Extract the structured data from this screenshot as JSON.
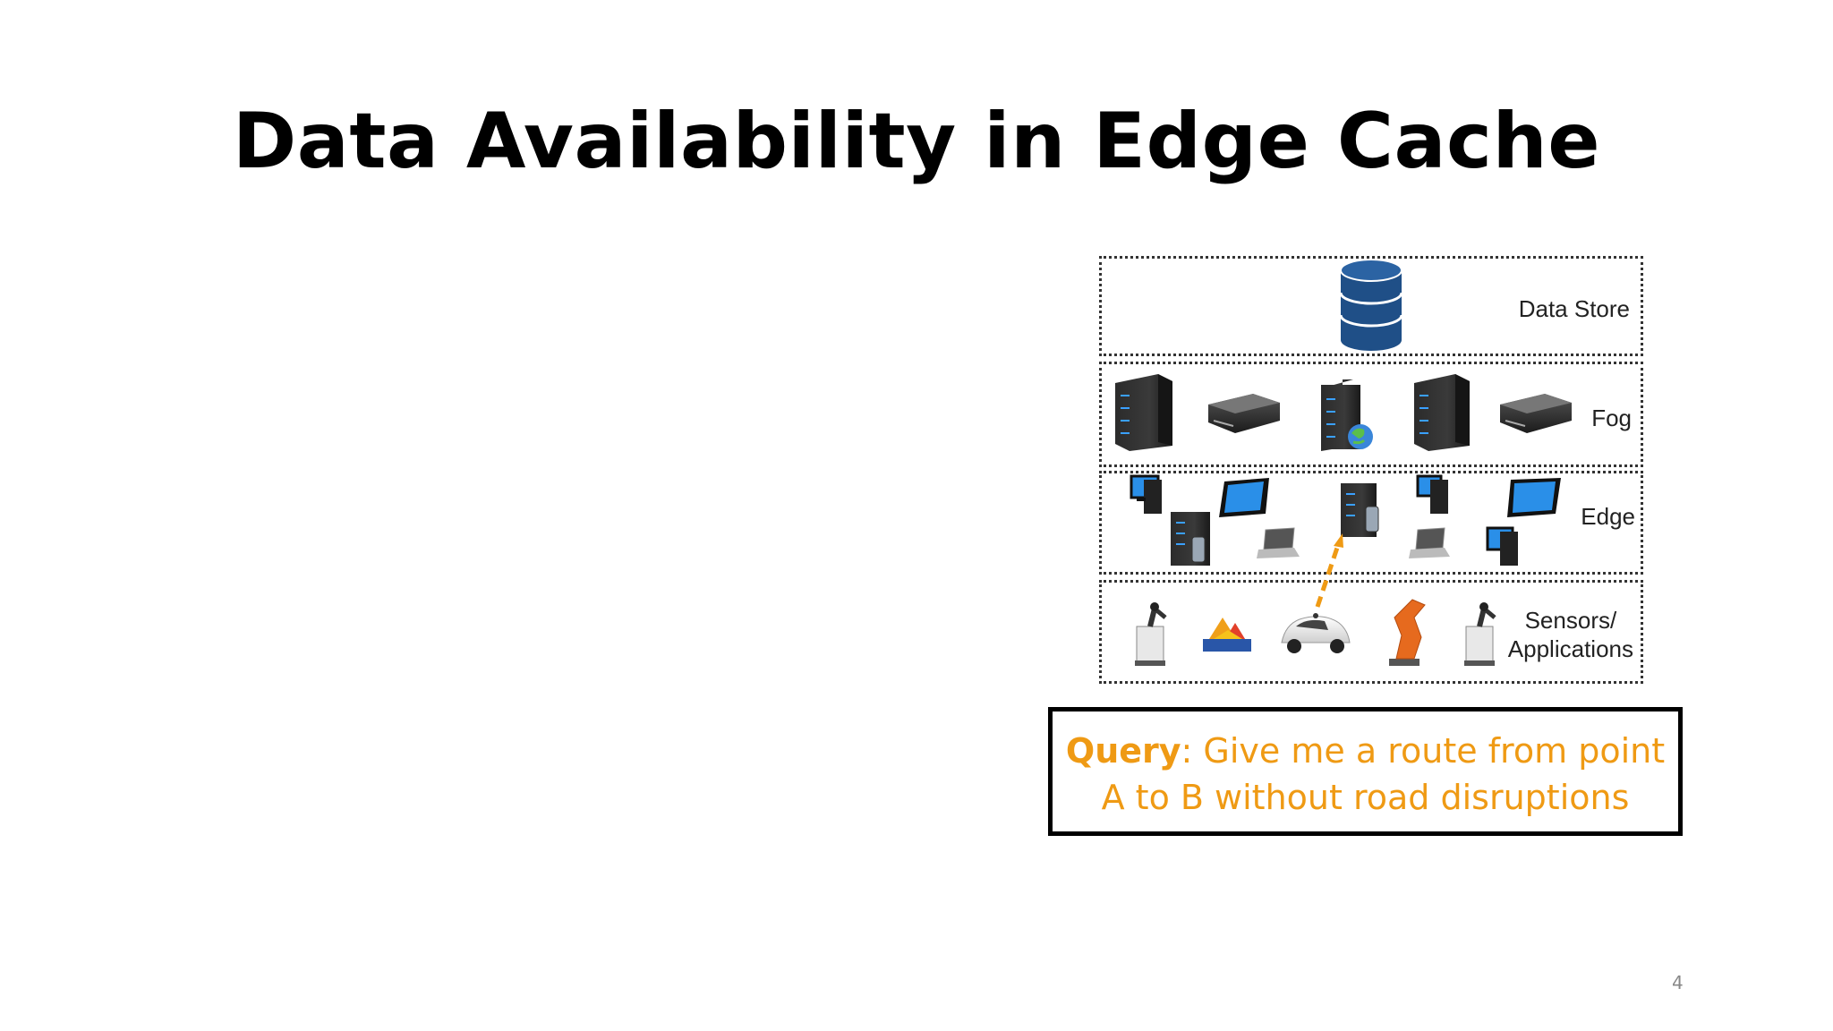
{
  "slide": {
    "title": "Data Availability in Edge Cache",
    "page_number": "4"
  },
  "layers": {
    "data_store": "Data Store",
    "fog": "Fog",
    "edge": "Edge",
    "sensors_line1": "Sensors/",
    "sensors_line2": "Applications"
  },
  "query": {
    "label": "Query",
    "line1_rest": ": Give me a route from point",
    "line2": "A to B without road disruptions"
  },
  "colors": {
    "query_text": "#ef9a14",
    "database": "#1f4f87",
    "arrow": "#ef9a14"
  },
  "icons": [
    "database-icon",
    "server-tower-icon",
    "server-rack-icon",
    "web-server-icon",
    "desktop-icon",
    "tablet-icon",
    "laptop-icon",
    "mobile-server-icon",
    "robot-arm-icon",
    "car-icon",
    "sensor-icon"
  ]
}
